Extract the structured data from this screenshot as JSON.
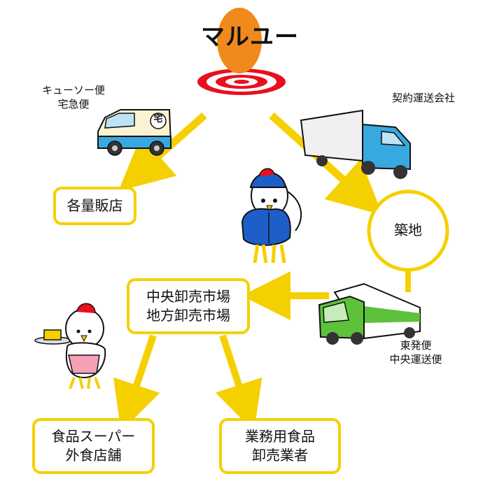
{
  "brand": {
    "name": "マルユー"
  },
  "carriers": {
    "kyuso": {
      "line1": "キューソー便",
      "line2": "宅急便",
      "van_badge": "宅"
    },
    "contract": {
      "label": "契約運送会社"
    },
    "east": {
      "line1": "東発便",
      "line2": "中央運送便"
    }
  },
  "destinations": {
    "stores": {
      "label": "各量販店"
    },
    "tsukiji": {
      "label": "築地"
    },
    "markets": {
      "line1": "中央卸売市場",
      "line2": "地方卸売市場"
    },
    "supermarkets": {
      "line1": "食品スーパー",
      "line2": "外食店舗"
    },
    "wholesalers": {
      "line1": "業務用食品",
      "line2": "卸売業者"
    }
  },
  "colors": {
    "accent": "#f5d000",
    "logo_orange": "#f08a1c",
    "target_red": "#e8101e",
    "van_body": "#fbf3d2",
    "van_blue": "#38a8e0",
    "truck_green": "#5dc13b"
  }
}
